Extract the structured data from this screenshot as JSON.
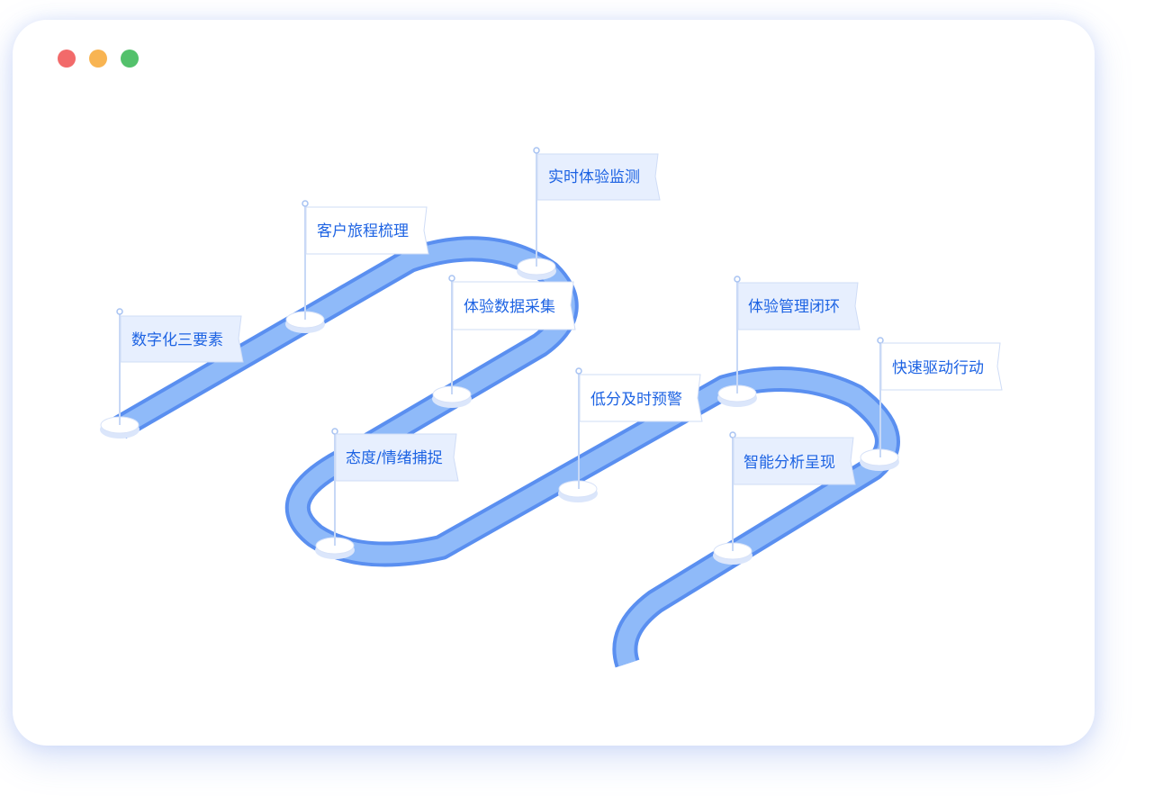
{
  "window": {
    "controls": [
      "close-dot",
      "minimize-dot",
      "maximize-dot"
    ],
    "colors": {
      "close": "#f26a6a",
      "minimize": "#f8b452",
      "maximize": "#53c16b"
    }
  },
  "road": {
    "color": "#7aa9f7",
    "edge_color": "#5a8ff0"
  },
  "milestones": [
    {
      "label": "数字化三要素"
    },
    {
      "label": "客户旅程梳理"
    },
    {
      "label": "实时体验监测"
    },
    {
      "label": "体验数据采集"
    },
    {
      "label": "态度/情绪捕捉"
    },
    {
      "label": "低分及时预警"
    },
    {
      "label": "体验管理闭环"
    },
    {
      "label": "智能分析呈现"
    },
    {
      "label": "快速驱动行动"
    }
  ]
}
